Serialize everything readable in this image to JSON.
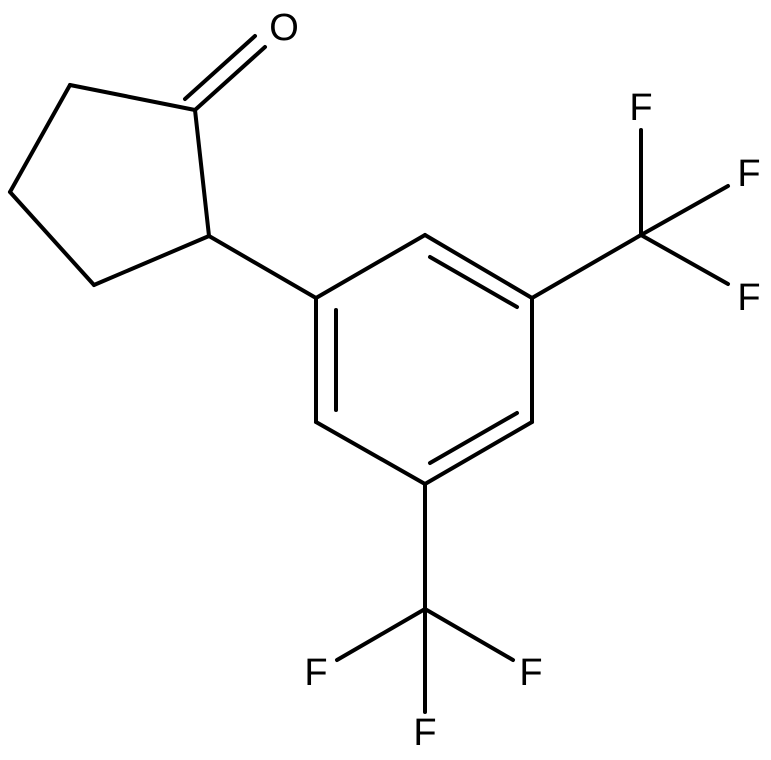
{
  "molecule": {
    "atoms": {
      "O1": "O",
      "F1": "F",
      "F2": "F",
      "F3": "F",
      "F4": "F",
      "F5": "F",
      "F6": "F"
    },
    "colors": {
      "bond": "#000000",
      "label": "#000000",
      "background": "#ffffff"
    }
  }
}
